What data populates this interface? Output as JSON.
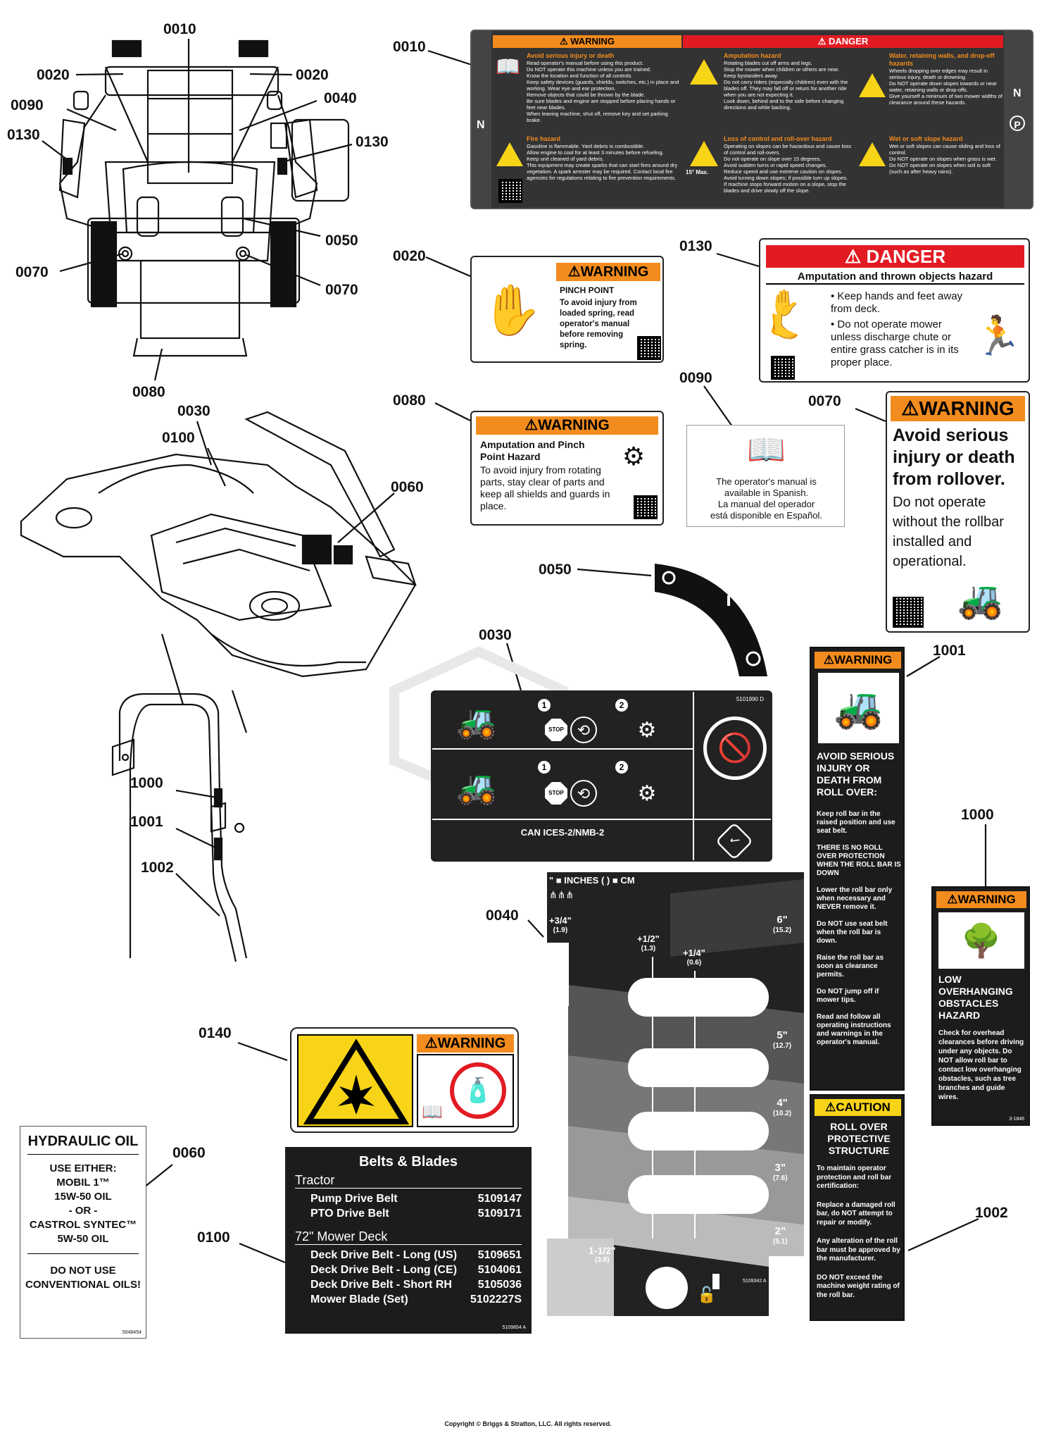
{
  "part_numbers": [
    "0010",
    "0020",
    "0090",
    "0040",
    "0130",
    "0050",
    "0070",
    "0080",
    "0030",
    "0100",
    "0060",
    "1000",
    "1001",
    "1002",
    "0140"
  ],
  "decal_0010": {
    "warning_header": "WARNING",
    "danger_header": "DANGER",
    "sections": [
      {
        "title": "Avoid serious injury or death",
        "lines": [
          "Read operator's manual before using this product.",
          "Do NOT operate this machine unless you are trained.",
          "Know the location and function of all controls.",
          "Keep safety devices (guards, shields, switches, etc.) in place and working. Wear eye and ear protection.",
          "Remove objects that could be thrown by the blade.",
          "Be sure blades and engine are stopped before placing hands or feet near blades.",
          "When leaving machine, shut off, remove key and set parking brake."
        ]
      },
      {
        "title": "Amputation hazard",
        "lines": [
          "Rotating blades cut off arms and legs.",
          "Stop the mower when children or others are near. Keep bystanders away.",
          "Do not carry riders (especially children) even with the blades off. They may fall off or return for another ride when you are not expecting it.",
          "Look down, behind and to the side before changing directions and while backing."
        ]
      },
      {
        "title": "Water, retaining walls, and drop-off hazards",
        "lines": [
          "Wheels dropping over edges may result in serious injury, death or drowning.",
          "Do NOT operate down slopes towards or near water, retaining walls or drop-offs.",
          "Give yourself a minimum of two mower widths of clearance around these hazards."
        ]
      },
      {
        "title": "Fire hazard",
        "lines": [
          "Gasoline is flammable. Yard debris is combustible.",
          "Allow engine to cool for at least 3 minutes before refueling.",
          "Keep unit cleaned of yard debris.",
          "This equipment may create sparks that can start fires around dry vegetation. A spark arrester may be required. Contact local fire agencies for regulations relating to fire prevention requirements."
        ]
      },
      {
        "title": "Loss of control and roll-over hazard",
        "lines": [
          "Operating on slopes can be hazardous and cause loss of control and roll-overs.",
          "Do not operate on slope over 15 degrees.",
          "Avoid sudden turns or rapid speed changes.",
          "Reduce speed and use extreme caution on slopes.",
          "Avoid turning down slopes; if possible turn up slopes.",
          "If machine stops forward motion on a slope, stop the blades and drive slowly off the slope."
        ]
      },
      {
        "title": "Wet or soft slope hazard",
        "lines": [
          "Wet or soft slopes can cause sliding and loss of control.",
          "Do NOT operate on slopes when grass is wet.",
          "Do NOT operate on slopes when soil is soft (such as after heavy rains)."
        ]
      }
    ],
    "slope_label": "15° Max.",
    "side_letters": [
      "N",
      "N",
      "P"
    ]
  },
  "decal_0020": {
    "header": "WARNING",
    "title": "PINCH POINT",
    "text": "To avoid injury from loaded spring, read operator's manual before removing spring."
  },
  "decal_0130": {
    "header": "DANGER",
    "subheader": "Amputation and thrown objects hazard",
    "bullets": [
      "Keep hands and feet away from deck.",
      "Do not operate mower unless discharge chute or entire grass catcher is in its proper place."
    ]
  },
  "decal_0080": {
    "header": "WARNING",
    "title": "Amputation and Pinch Point Hazard",
    "text": "To avoid injury from rotating parts, stay clear of parts and keep all shields and guards in place."
  },
  "decal_0090": {
    "lines": [
      "The operator's manual is",
      "available in Spanish.",
      "La manual del operador",
      "está disponible en Español."
    ]
  },
  "decal_0070": {
    "header": "WARNING",
    "title": "Avoid serious injury or death from rollover.",
    "text": "Do not operate without the rollbar installed and operational."
  },
  "decal_0030": {
    "part": "5101990 D",
    "steps": [
      "1",
      "2",
      "1",
      "2"
    ],
    "stop": "STOP",
    "can": "CAN ICES-2/NMB-2"
  },
  "decal_0040": {
    "header": "\" ■ INCHES ( ) ■ CM",
    "heights": [
      {
        "in": "+3/4\"",
        "cm": "(1.9)"
      },
      {
        "in": "+1/2\"",
        "cm": "(1.3)"
      },
      {
        "in": "+1/4\"",
        "cm": "(0.6)"
      },
      {
        "in": "6\"",
        "cm": "(15.2)"
      },
      {
        "in": "5\"",
        "cm": "(12.7)"
      },
      {
        "in": "4\"",
        "cm": "(10.2)"
      },
      {
        "in": "3\"",
        "cm": "(7.6)"
      },
      {
        "in": "2\"",
        "cm": "(5.1)"
      },
      {
        "in": "1-1/2\"",
        "cm": "(3.8)"
      }
    ],
    "part": "5109342 A"
  },
  "decal_1001": {
    "header": "WARNING",
    "title": "AVOID SERIOUS INJURY OR DEATH FROM ROLL OVER:",
    "paras": [
      "Keep roll bar in the raised position and use seat belt.",
      "THERE IS NO ROLL OVER PROTECTION WHEN THE ROLL BAR IS DOWN",
      "Lower the roll bar only when necessary and NEVER remove it.",
      "Do NOT use seat belt when the roll bar is down.",
      "Raise the roll bar as soon as clearance permits.",
      "Do NOT jump off if mower tips.",
      "Read and follow all operating instructions and warnings in the operator's manual."
    ]
  },
  "decal_1000": {
    "header": "WARNING",
    "title": "LOW OVERHANGING OBSTACLES HAZARD",
    "text": "Check for overhead clearances before driving under any objects. Do NOT allow roll bar to contact low overhanging obstacles, such as tree branches and guide wires.",
    "part": "3-1846"
  },
  "decal_1002": {
    "header": "CAUTION",
    "title": "ROLL OVER PROTECTIVE STRUCTURE",
    "paras": [
      "To maintain operator protection and roll bar certification:",
      "Replace a damaged roll bar, do NOT attempt to repair or modify.",
      "Any alteration of the roll bar must be approved by the manufacturer.",
      "DO NOT exceed the machine weight rating of the roll bar."
    ]
  },
  "decal_0140": {
    "header": "WARNING"
  },
  "decal_0060": {
    "lines": [
      "HYDRAULIC OIL",
      "USE EITHER:",
      "MOBIL 1™",
      "15W-50 OIL",
      "- OR -",
      "CASTROL SYNTEC™",
      "5W-50 OIL",
      "DO NOT USE",
      "CONVENTIONAL OILS!"
    ],
    "part": "5048454"
  },
  "decal_0100": {
    "title": "Belts & Blades",
    "tractor_heading": "Tractor",
    "tractor_rows": [
      {
        "name": "Pump Drive Belt",
        "num": "5109147"
      },
      {
        "name": "PTO Drive Belt",
        "num": "5109171"
      }
    ],
    "deck_heading": "72\" Mower Deck",
    "deck_rows": [
      {
        "name": "Deck Drive Belt - Long (US)",
        "num": "5109651"
      },
      {
        "name": "Deck Drive Belt - Long (CE)",
        "num": "5104061"
      },
      {
        "name": "Deck Drive Belt - Short RH",
        "num": "5105036"
      },
      {
        "name": "Mower Blade (Set)",
        "num": "5102227S"
      }
    ],
    "part": "5109854 A"
  },
  "copyright": "Copyright © Briggs & Stratton, LLC. All rights reserved."
}
